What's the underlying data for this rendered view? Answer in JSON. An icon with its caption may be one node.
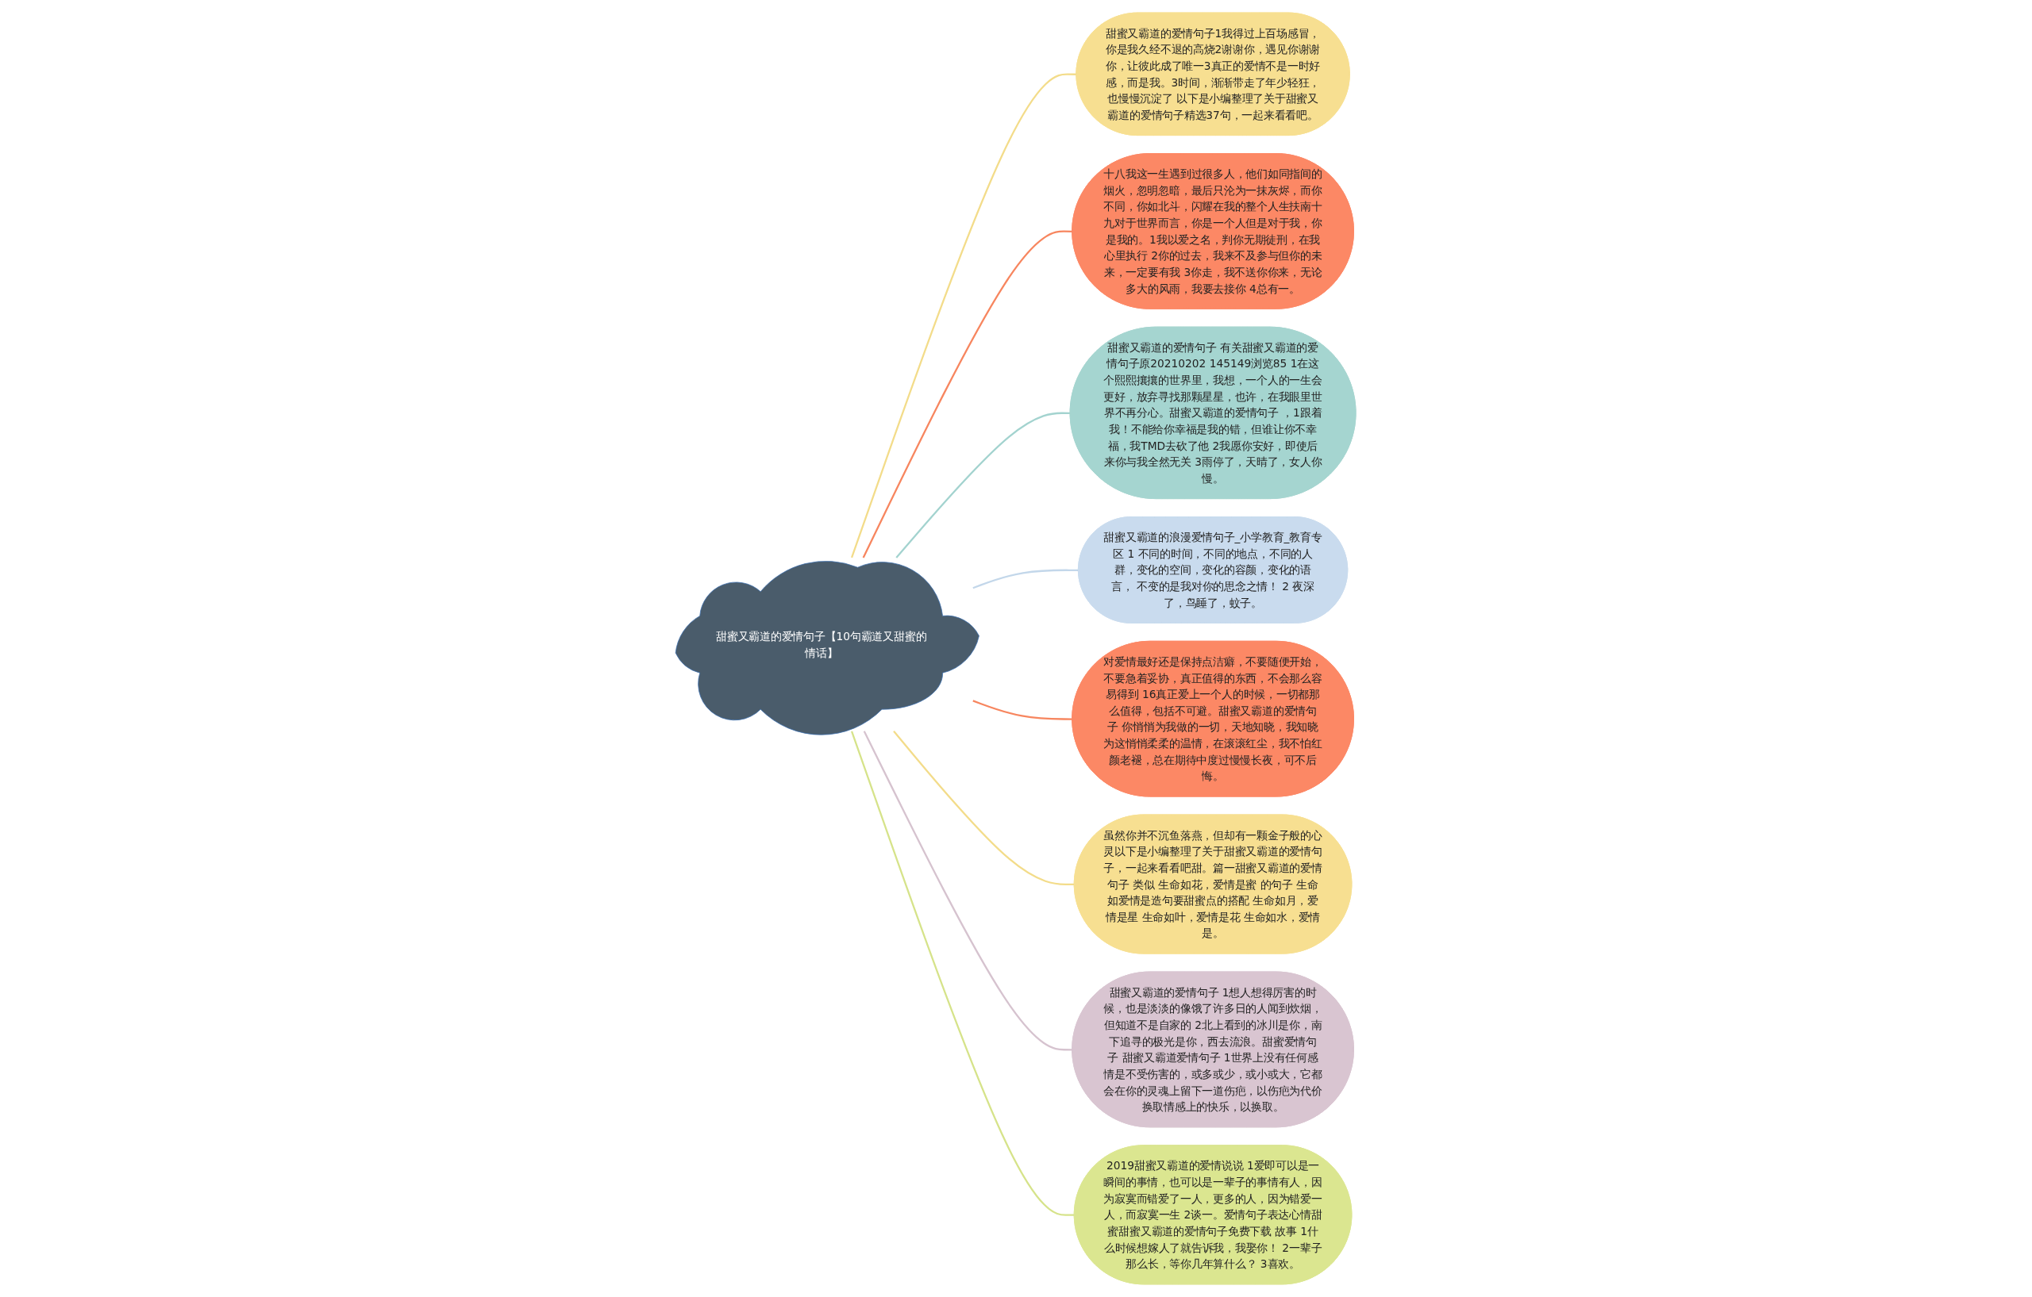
{
  "diagram": {
    "nodes": [
      {
        "text": [
          "甜蜜又霸道的爱情句子【10句霸道又甜蜜的情话】"
        ]
      },
      {
        "text": [
          "甜蜜又霸道的爱情句子1我得过上百场感冒，你是我久经不退的高烧2谢谢你，遇见你谢谢你，让彼此成了唯一3真正的爱情不是一时好感，而是我。3时间，渐渐带走了年少轻狂，也慢慢沉淀了 以下是小编整理了关于甜蜜又霸道的爱情句子精选37句，一起来看看吧。"
        ]
      },
      {
        "text": [
          "十八我这一生遇到过很多人，他们如同指间的烟火，忽明忽暗，最后只沦为一抹灰烬，而你不同，你如北斗，闪耀在我的整个人生扶南十九对于世界而言，你是一个人但是对于我，你是我的。1我以爱之名，判你无期徒刑，在我心里执行 2你的过去，我来不及参与但你的未来，一定要有我 3你走，我不送你你来，无论多大的风雨，我要去接你 4总有一。"
        ]
      },
      {
        "text": [
          "甜蜜又霸道的爱情句子 有关甜蜜又霸道的爱情句子原20210202 145149浏览85 1在这个熙熙攘攘的世界里，我想，一个人的一生会更好，放弃寻找那颗星星，也许，在我眼里世界不再分心。甜蜜又霸道的爱情句子 ，1跟着我！不能给你幸福是我的错，但谁让你不幸福，我TMD去砍了他 2我愿你安好，即使后来你与我全然无关 3雨停了，天晴了，女人你慢。"
        ]
      },
      {
        "text": [
          "甜蜜又霸道的浪漫爱情句子_小学教育_教育专区 1 不同的时间，不同的地点，不同的人群，变化的空间，变化的容颜，变化的语言， 不变的是我对你的思念之情！ 2 夜深了，鸟睡了，蚊子。"
        ]
      },
      {
        "text": [
          "对爱情最好还是保持点洁癖，不要随便开始，不要急着妥协，真正值得的东西，不会那么容易得到 16真正爱上一个人的时候，一切都那么值得，包括不可避。甜蜜又霸道的爱情句子 你悄悄为我做的一切，天地知晓，我知晓为这悄悄柔柔的温情，在滚滚红尘，我不怕红颜老褪，总在期待中度过慢慢长夜，可不后悔。"
        ]
      },
      {
        "text": [
          "虽然你并不沉鱼落燕，但却有一颗金子般的心灵以下是小编整理了关于甜蜜又霸道的爱情句子，一起来看看吧甜。篇一甜蜜又霸道的爱情句子 类似 生命如花，爱情是蜜 的句子 生命如爱情是造句要甜蜜点的搭配 生命如月，爱情是星 生命如叶，爱情是花 生命如水，爱情是。"
        ]
      },
      {
        "text": [
          "甜蜜又霸道的爱情句子 1想人想得厉害的时候，也是淡淡的像饿了许多日的人闻到炊烟，但知道不是自家的 2北上看到的冰川是你，南下追寻的极光是你，西去流浪。甜蜜爱情句子 甜蜜又霸道爱情句子 1世界上没有任何感情是不受伤害的，或多或少，或小或大，它都会在你的灵魂上留下一道伤疤，以伤疤为代价换取情感上的快乐，以换取。"
        ]
      },
      {
        "text": [
          "2019甜蜜又霸道的爱情说说 1爱即可以是一瞬间的事情，也可以是一辈子的事情有人，因为寂寞而错爱了一人，更多的人，因为错爱一人，而寂寞一生 2谈一。爱情句子表达心情甜蜜甜蜜又霸道的爱情句子免费下载 故事 1什么时候想嫁人了就告诉我，我娶你！ 2一辈子那么长，等你几年算什么？ 3喜欢。"
        ]
      }
    ],
    "edges": [
      {
        "from": 0,
        "to": 1,
        "arrow": "none",
        "color": "#f3dc8a"
      },
      {
        "from": 0,
        "to": 2,
        "arrow": "none",
        "color": "#f7865f"
      },
      {
        "from": 0,
        "to": 3,
        "arrow": "none",
        "color": "#a3d3cf"
      },
      {
        "from": 0,
        "to": 4,
        "arrow": "none",
        "color": "#c3d7ea"
      },
      {
        "from": 0,
        "to": 5,
        "arrow": "none",
        "color": "#f7865f"
      },
      {
        "from": 0,
        "to": 6,
        "arrow": "none",
        "color": "#f3dc8a"
      },
      {
        "from": 0,
        "to": 7,
        "arrow": "none",
        "color": "#d6c3cf"
      },
      {
        "from": 0,
        "to": 8,
        "arrow": "none",
        "color": "#d6e38a"
      }
    ]
  }
}
